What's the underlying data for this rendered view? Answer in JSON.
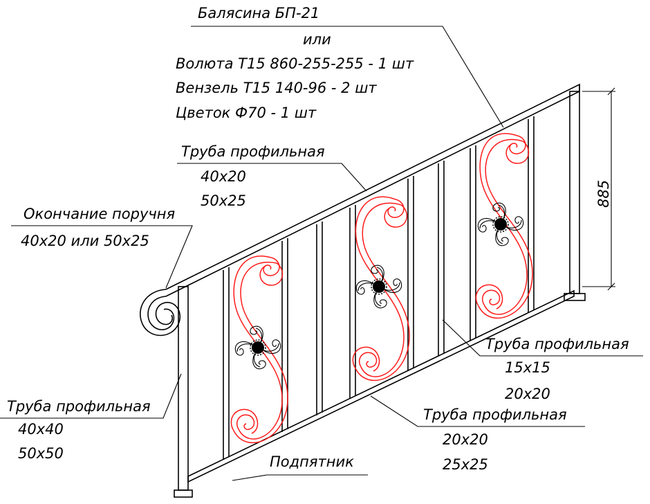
{
  "labels": {
    "baluster": {
      "line1": "Балясина БП-21",
      "line2": "или",
      "line3": "Волюта Т15 860-255-255 - 1 шт",
      "line4": "Вензель Т15 140-96 - 2 шт",
      "line5": "Цветок Ф70 - 1 шт"
    },
    "handrail_pipe": {
      "title": "Труба профильная",
      "size1": "40х20",
      "size2": "50х25"
    },
    "handrail_end": {
      "title": "Окончание поручня",
      "size": "40х20 или 50х25"
    },
    "post_pipe": {
      "title": "Труба профильная",
      "size1": "40х40",
      "size2": "50х50"
    },
    "bar_pipe": {
      "title": "Труба профильная",
      "size1": "15х15",
      "size2": "20х20"
    },
    "bottom_rail_pipe": {
      "title": "Труба профильная",
      "size1": "20х20",
      "size2": "25х25"
    },
    "bottom_rail": {
      "title": "Подпятник"
    },
    "dimension": {
      "height": "885"
    }
  },
  "colors": {
    "line": "#000000",
    "ornament": "#ff1a1a",
    "background": "#ffffff"
  }
}
